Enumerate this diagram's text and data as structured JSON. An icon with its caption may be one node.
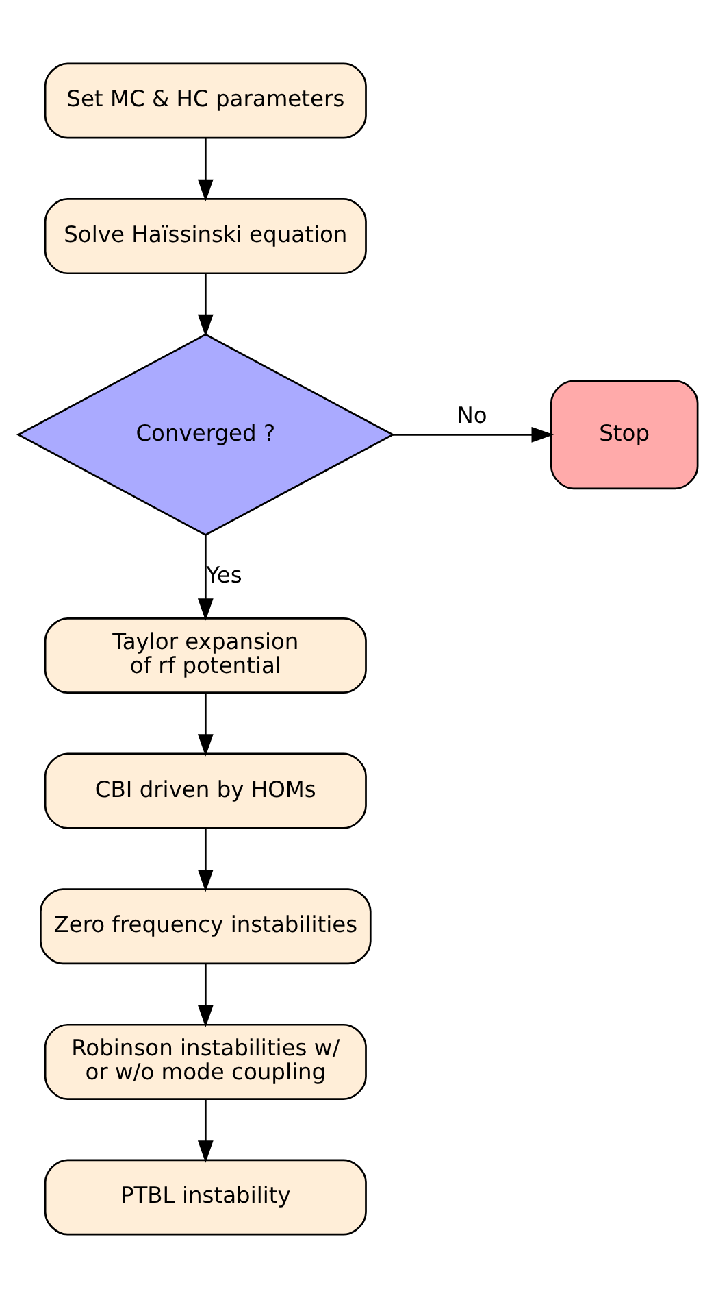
{
  "diagram": {
    "nodes": [
      {
        "text": [
          "Set MC & HC parameters"
        ]
      },
      {
        "text": [
          "Solve Haïssinski equation"
        ]
      },
      {
        "text": [
          "Converged ?"
        ]
      },
      {
        "text": [
          "Stop"
        ]
      },
      {
        "text": [
          "Taylor expansion of rf potential"
        ]
      },
      {
        "text": [
          "CBI driven by HOMs"
        ]
      },
      {
        "text": [
          "Zero frequency instabilities"
        ]
      },
      {
        "text": [
          "Robinson instabilities w/ or w/o mode coupling"
        ]
      },
      {
        "text": [
          "PTBL instability"
        ]
      }
    ],
    "edges": [
      {
        "from": 0,
        "to": 1,
        "arrow": "to"
      },
      {
        "from": 1,
        "to": 2,
        "arrow": "to"
      },
      {
        "from": 2,
        "to": 3,
        "arrow": "to",
        "label": "No"
      },
      {
        "from": 2,
        "to": 4,
        "arrow": "to",
        "label": "Yes"
      },
      {
        "from": 4,
        "to": 5,
        "arrow": "to"
      },
      {
        "from": 5,
        "to": 6,
        "arrow": "to"
      },
      {
        "from": 6,
        "to": 7,
        "arrow": "to"
      },
      {
        "from": 7,
        "to": 8,
        "arrow": "to"
      }
    ]
  }
}
